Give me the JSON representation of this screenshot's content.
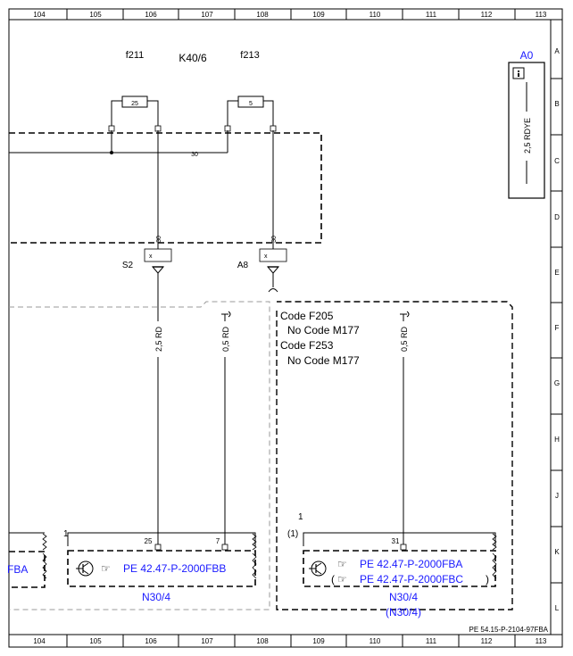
{
  "grid": {
    "columns": [
      "104",
      "105",
      "106",
      "107",
      "108",
      "109",
      "110",
      "111",
      "112",
      "113"
    ],
    "rows": [
      "A",
      "B",
      "C",
      "D",
      "E",
      "F",
      "G",
      "H",
      "J",
      "K",
      "L"
    ]
  },
  "fuses": {
    "f211": {
      "label": "f211",
      "rating": "25"
    },
    "f213": {
      "label": "f213",
      "rating": "5"
    },
    "relay_box": "K40/6",
    "bus_label": "30"
  },
  "connectors": {
    "s2": {
      "label": "S2",
      "pin": "30",
      "mark": "x"
    },
    "a8": {
      "label": "A8",
      "pin": "30",
      "mark": "x"
    }
  },
  "wires": {
    "w1": "2,5 RD",
    "w2": "0,5 RD",
    "w3": "0,5 RD"
  },
  "legend_box": {
    "title": "A0",
    "icon": "info-icon",
    "wire": "2,5 RDYE"
  },
  "codes": {
    "line1": "Code F205",
    "line2": "No Code M177",
    "line3": "Code F253",
    "line4": "No Code M177"
  },
  "modules": {
    "left_partial": {
      "ref": "FBA"
    },
    "n30_left": {
      "marker": "1",
      "pin_a": "25",
      "pin_b": "7",
      "ref": "PE 42.47-P-2000FBB",
      "label": "N30/4"
    },
    "n30_right": {
      "marker": "1",
      "marker_paren": "(1)",
      "pin": "31",
      "ref1": "PE 42.47-P-2000FBA",
      "ref2": "PE 42.47-P-2000FBC",
      "paren_open": "(",
      "paren_close": ")",
      "label": "N30/4",
      "label2": "(N30/4)"
    }
  },
  "footer": {
    "doc_ref": "PE 54.15-P-2104-97FBA"
  },
  "colors": {
    "link": "#1a1aff",
    "line": "#000000",
    "gray_dash": "#999999"
  }
}
